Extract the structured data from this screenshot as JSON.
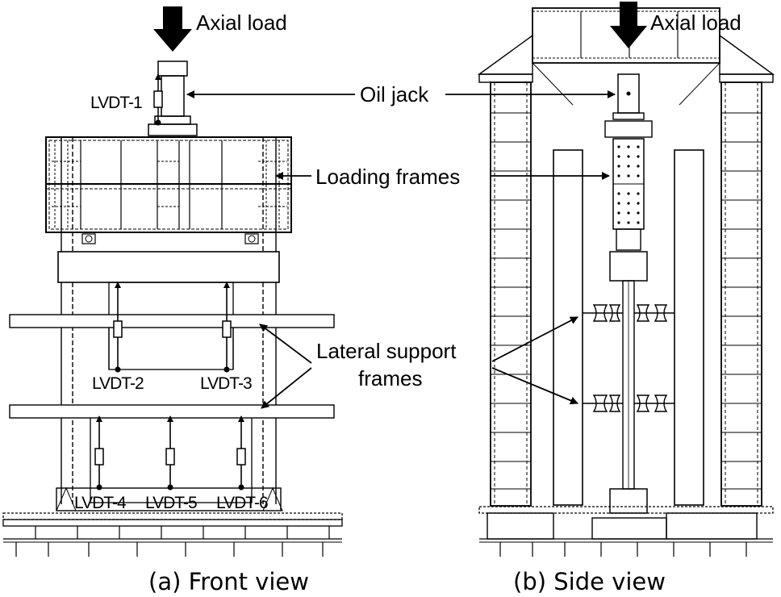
{
  "labels": {
    "axial_load_front": "Axial load",
    "axial_load_side": "Axial load",
    "oil_jack": "Oil jack",
    "loading_frames": "Loading frames",
    "lateral_support_line1": "Lateral support",
    "lateral_support_line2": "frames",
    "lvdt_1": "LVDT-1",
    "lvdt_2": "LVDT-2",
    "lvdt_3": "LVDT-3",
    "lvdt_4": "LVDT-4",
    "lvdt_5": "LVDT-5",
    "lvdt_6": "LVDT-6"
  },
  "captions": {
    "front": "(a) Front view",
    "side": "(b) Side view"
  }
}
